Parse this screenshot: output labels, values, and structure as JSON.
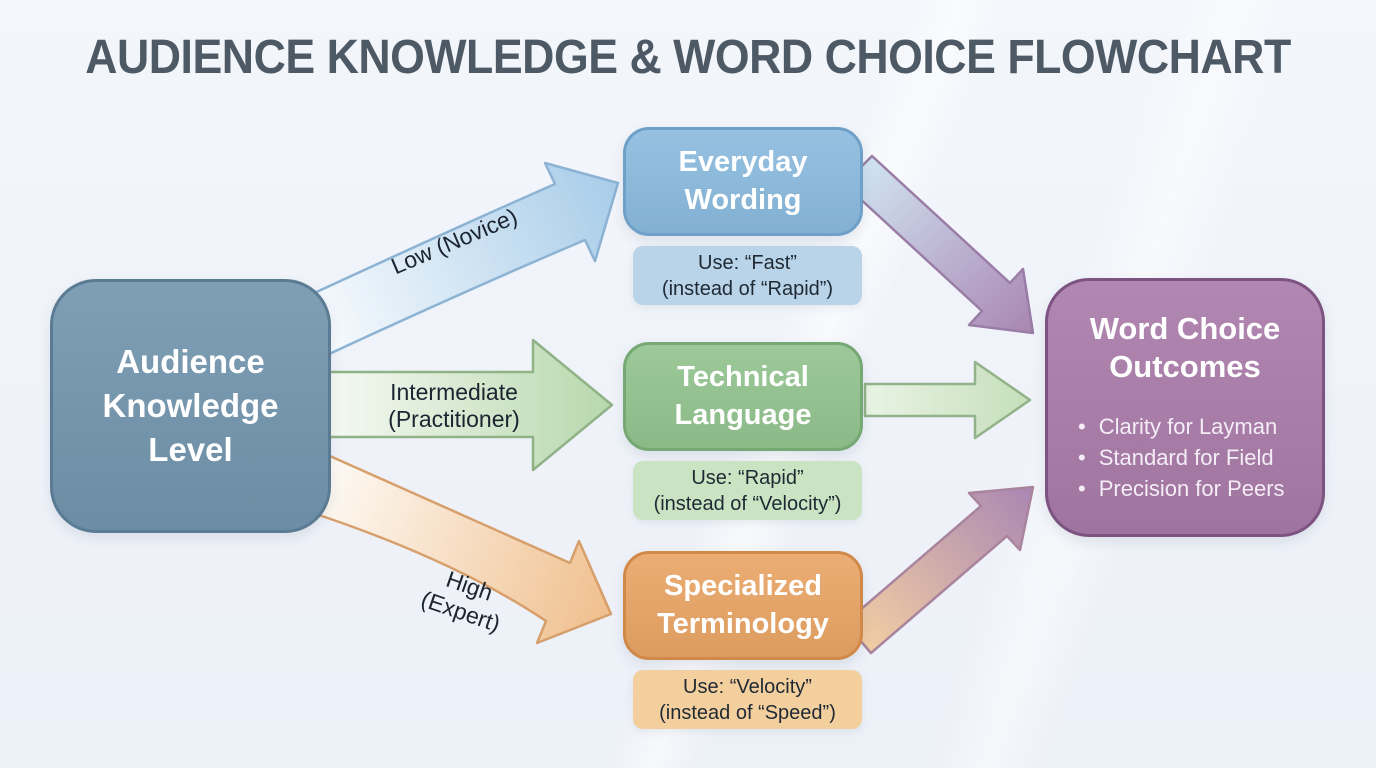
{
  "title": "AUDIENCE KNOWLEDGE & WORD CHOICE FLOWCHART",
  "source_node": {
    "label": "Audience Knowledge Level"
  },
  "branches": [
    {
      "level": "novice",
      "arrow_label": "Low (Novice)",
      "node_label": "Everyday Wording",
      "usage_note": "Use: “Fast”\n(instead of “Rapid”)"
    },
    {
      "level": "practitioner",
      "arrow_label": "Intermediate\n(Practitioner)",
      "node_label": "Technical Language",
      "usage_note": "Use: “Rapid”\n(instead of “Velocity”)"
    },
    {
      "level": "expert",
      "arrow_label": "High\n(Expert)",
      "node_label": "Specialized Terminology",
      "usage_note": "Use: “Velocity”\n(instead of “Speed”)"
    }
  ],
  "outcome_node": {
    "title": "Word Choice Outcomes",
    "bullets": [
      "Clarity for Layman",
      "Standard for Field",
      "Precision for Peers"
    ]
  },
  "colors": {
    "background": "#edf1f8",
    "title_text": "#4d5a66",
    "source_fill": "#7194ad",
    "source_border": "#5a7b93",
    "novice_fill": "#8abade",
    "novice_border": "#6fa0c8",
    "novice_note_fill": "#b9d4e9",
    "practitioner_fill": "#92c38e",
    "practitioner_border": "#75a873",
    "practitioner_note_fill": "#c9e3c3",
    "expert_fill": "#e9a464",
    "expert_border": "#d08948",
    "expert_note_fill": "#f4cf9e",
    "outcome_fill": "#a87aa8",
    "outcome_border": "#7d5381",
    "node_text": "#ffffff",
    "arrow_label_text": "#1b2430",
    "note_text": "#1f2933"
  }
}
